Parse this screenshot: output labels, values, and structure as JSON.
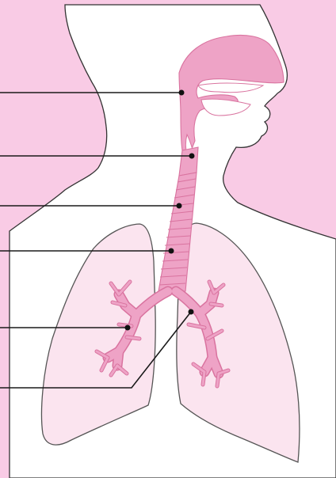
{
  "colors": {
    "background_pink": "#f9cbe5",
    "silhouette": "#ffffff",
    "outline": "#333333",
    "airway_pink": "#eea3c6",
    "airway_dark": "#d9739f",
    "lung_fill": "#fbe4ef",
    "lung_outline": "#555555",
    "leader_line": "#1a1a1a"
  },
  "icons": {
    "body": "human-torso-silhouette",
    "airway": "nasal-cavity-pharynx-trachea",
    "lungs": "left-and-right-lungs",
    "bronchi": "bronchial-tree"
  },
  "labels": [
    "",
    "",
    "",
    "",
    "",
    ""
  ]
}
